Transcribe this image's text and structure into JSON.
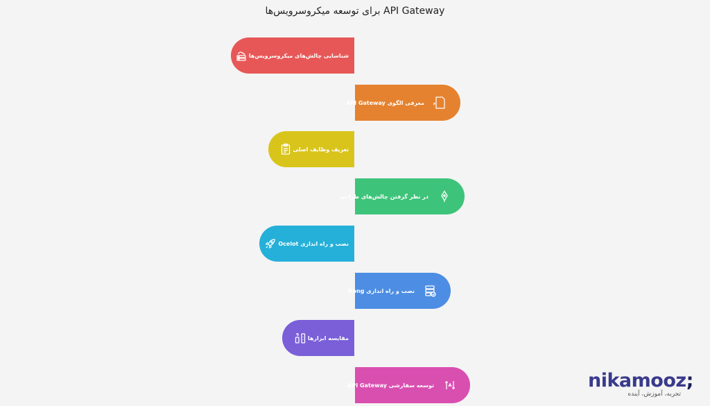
{
  "title": "API Gateway برای توسعه میکروسرویس‌ها",
  "steps": [
    {
      "label": "شناسایی چالش‌های میکروسرویس‌ها",
      "icon": "cloud-server-icon",
      "color": "#e85757",
      "side": "left"
    },
    {
      "label": "معرفی الگوی API Gateway",
      "icon": "api-document-icon",
      "color": "#e5822f",
      "side": "right"
    },
    {
      "label": "تعریف وظایف اصلی",
      "icon": "clipboard-icon",
      "color": "#d9c41c",
      "side": "left"
    },
    {
      "label": "در نظر گرفتن چالش‌های طراحی",
      "icon": "pen-nib-icon",
      "color": "#3ec47a",
      "side": "right"
    },
    {
      "label": "نصب و راه اندازی Ocelot",
      "icon": "rocket-icon",
      "color": "#25b0d9",
      "side": "left"
    },
    {
      "label": "نصب و راه اندازی Kong",
      "icon": "server-check-icon",
      "color": "#4d8de3",
      "side": "right"
    },
    {
      "label": "مقایسه ابزارها",
      "icon": "compare-bars-icon",
      "color": "#7a5fd9",
      "side": "left"
    },
    {
      "label": "توسعه سفارشی API Gateway",
      "icon": "custom-build-icon",
      "color": "#d94fb0",
      "side": "right"
    }
  ],
  "logo": {
    "brand_main": "nikamooz",
    "brand_suffix": ";",
    "tagline": "تجربه، آموزش، آینده"
  }
}
